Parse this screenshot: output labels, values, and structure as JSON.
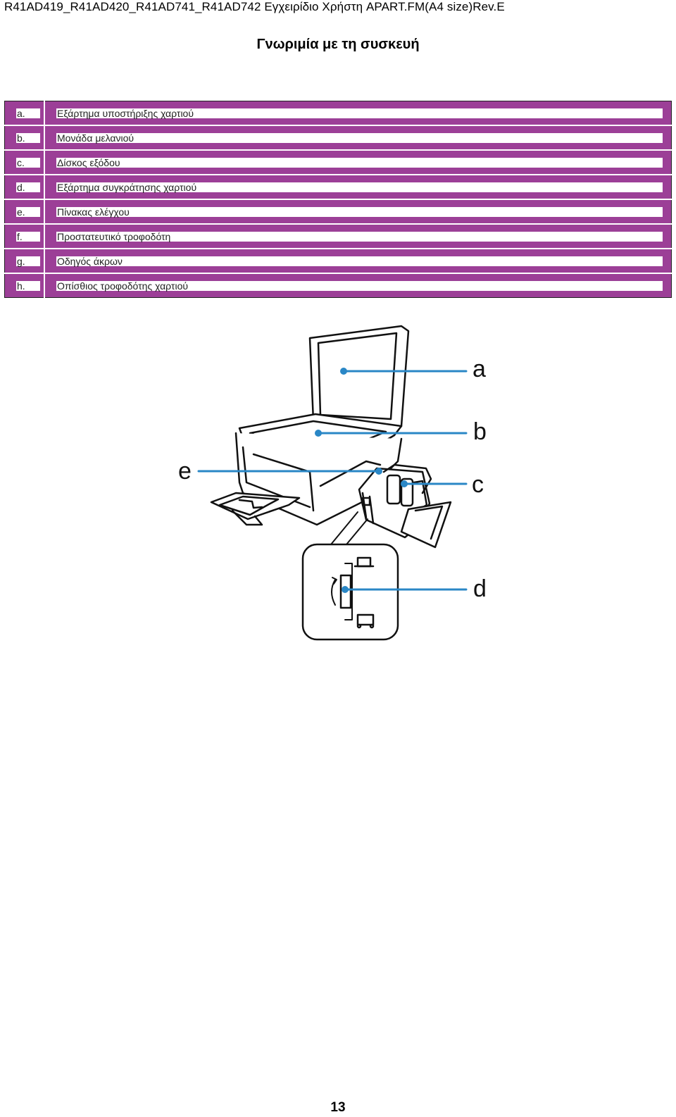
{
  "header": {
    "doc_title": "R41AD419_R41AD420_R41AD741_R41AD742 Εγχειρίδιο Χρήστη APART.FM(A4 size)Rev.E"
  },
  "section": {
    "title": "Γνωριμία με τη συσκευή"
  },
  "parts": [
    {
      "letter": "a.",
      "name": "Εξάρτημα υποστήριξης χαρτιού"
    },
    {
      "letter": "b.",
      "name": "Μονάδα μελανιού"
    },
    {
      "letter": "c.",
      "name": "Δίσκος εξόδου"
    },
    {
      "letter": "d.",
      "name": "Εξάρτημα συγκράτησης χαρτιού"
    },
    {
      "letter": "e.",
      "name": "Πίνακας ελέγχου"
    },
    {
      "letter": "f.",
      "name": "Προστατευτικό τροφοδότη"
    },
    {
      "letter": "g.",
      "name": "Οδηγός άκρων"
    },
    {
      "letter": "h.",
      "name": "Οπίσθιος τροφοδότης χαρτιού"
    }
  ],
  "figure": {
    "callouts": {
      "a": "a",
      "b": "b",
      "c": "c",
      "d": "d",
      "e": "e"
    },
    "line_color": "#2a87c6"
  },
  "colors": {
    "table_fill": "#9c3f97",
    "callout_line": "#2a87c6"
  },
  "footer": {
    "page_number": "13"
  }
}
